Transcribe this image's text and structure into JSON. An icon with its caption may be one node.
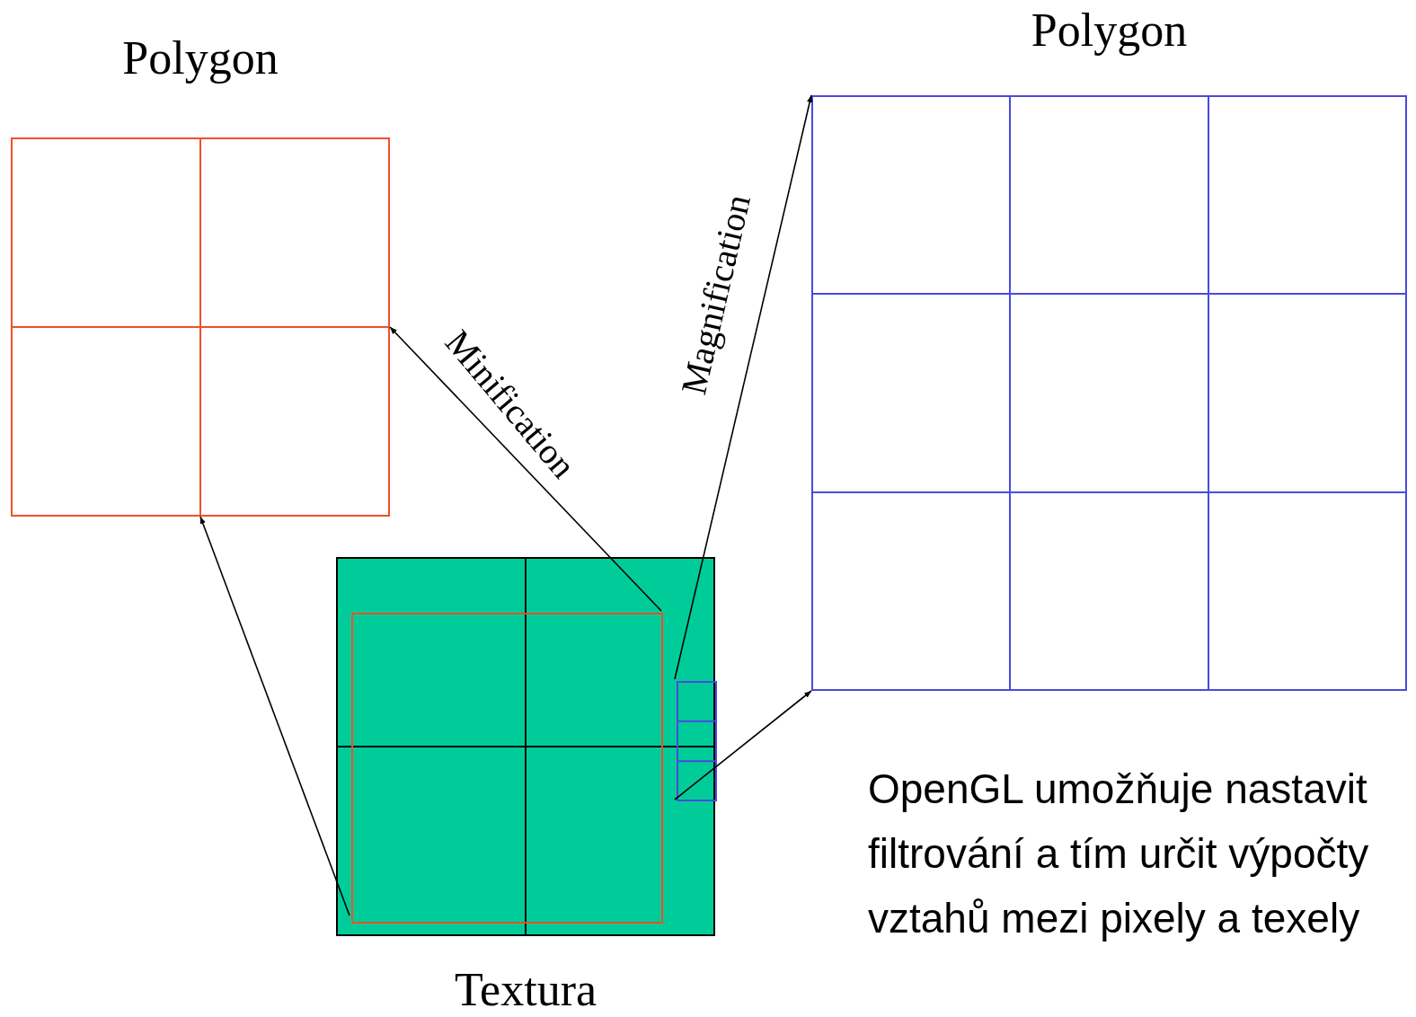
{
  "diagram": {
    "nodes": [
      {
        "text": [
          "Polygon"
        ]
      },
      {
        "text": [
          "Polygon"
        ]
      },
      {
        "text": [
          "Textura"
        ]
      },
      {
        "text": [],
        "shape": "box",
        "in": 2
      },
      {
        "text": [],
        "shape": "box",
        "in": 2
      }
    ],
    "edges": [
      {
        "from": 3,
        "to": 0,
        "arrow": "to"
      },
      {
        "from": 3,
        "to": 0,
        "arrow": "to",
        "label": "Minification"
      },
      {
        "from": 4,
        "to": 1,
        "arrow": "to",
        "label": "Magnification"
      },
      {
        "from": 4,
        "to": 1,
        "arrow": "to"
      }
    ],
    "labels": [
      "OpenGL umožňuje nastavit filtrování a tím určit výpočty vztahů mezi pixely a texely"
    ]
  }
}
